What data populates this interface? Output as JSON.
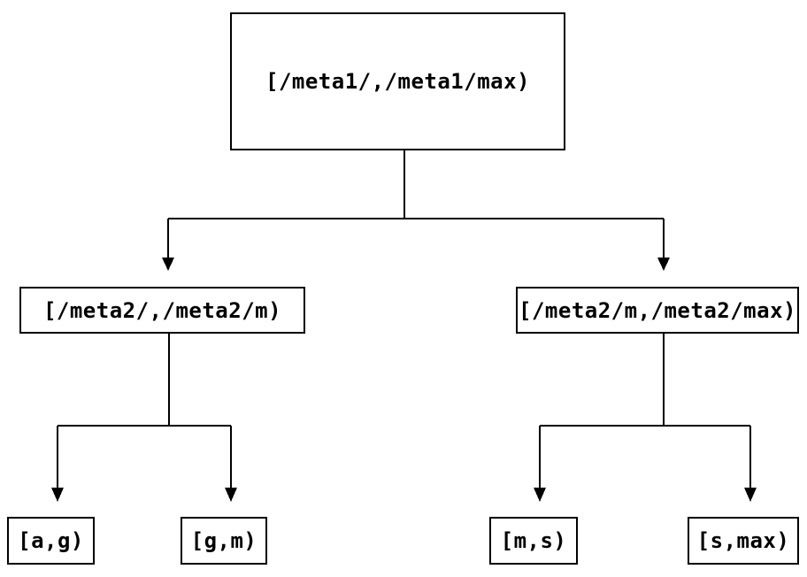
{
  "diagram": {
    "background_color": "#ffffff",
    "line_color": "#000000",
    "text_color": "#000000",
    "nodes": {
      "root": {
        "label": "[/meta1/,/meta1/max)"
      },
      "mid_left": {
        "label": "[/meta2/,/meta2/m)"
      },
      "mid_right": {
        "label": "[/meta2/m,/meta2/max)"
      },
      "leaf_ag": {
        "label": "[a,g)"
      },
      "leaf_gm": {
        "label": "[g,m)"
      },
      "leaf_ms": {
        "label": "[m,s)"
      },
      "leaf_smax": {
        "label": "[s,max)"
      }
    },
    "edges": [
      {
        "from": "root",
        "to": "mid_left"
      },
      {
        "from": "root",
        "to": "mid_right"
      },
      {
        "from": "mid_left",
        "to": "leaf_ag"
      },
      {
        "from": "mid_left",
        "to": "leaf_gm"
      },
      {
        "from": "mid_right",
        "to": "leaf_ms"
      },
      {
        "from": "mid_right",
        "to": "leaf_smax"
      }
    ]
  }
}
